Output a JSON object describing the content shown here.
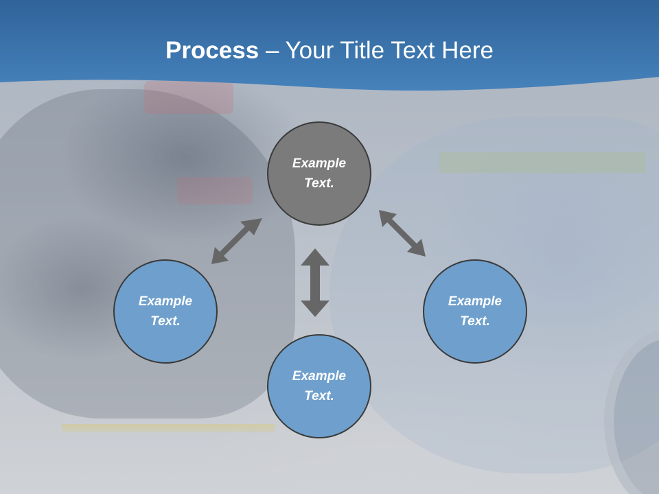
{
  "slide": {
    "title_bold": "Process",
    "title_rest": " – Your Title Text Here"
  },
  "colors": {
    "header_band": "#3d76ad",
    "center_node": "#7b7b7b",
    "outer_node": "#6fa0cd",
    "arrow": "#666666",
    "node_border": "#3a3a3a"
  },
  "nodes": [
    {
      "label": "Example Text."
    },
    {
      "label": "Example Text."
    },
    {
      "label": "Example Text."
    },
    {
      "label": "Example Text."
    }
  ],
  "arrows": [
    {
      "icon": "double-arrow-icon"
    },
    {
      "icon": "double-arrow-icon"
    },
    {
      "icon": "double-arrow-icon"
    }
  ]
}
